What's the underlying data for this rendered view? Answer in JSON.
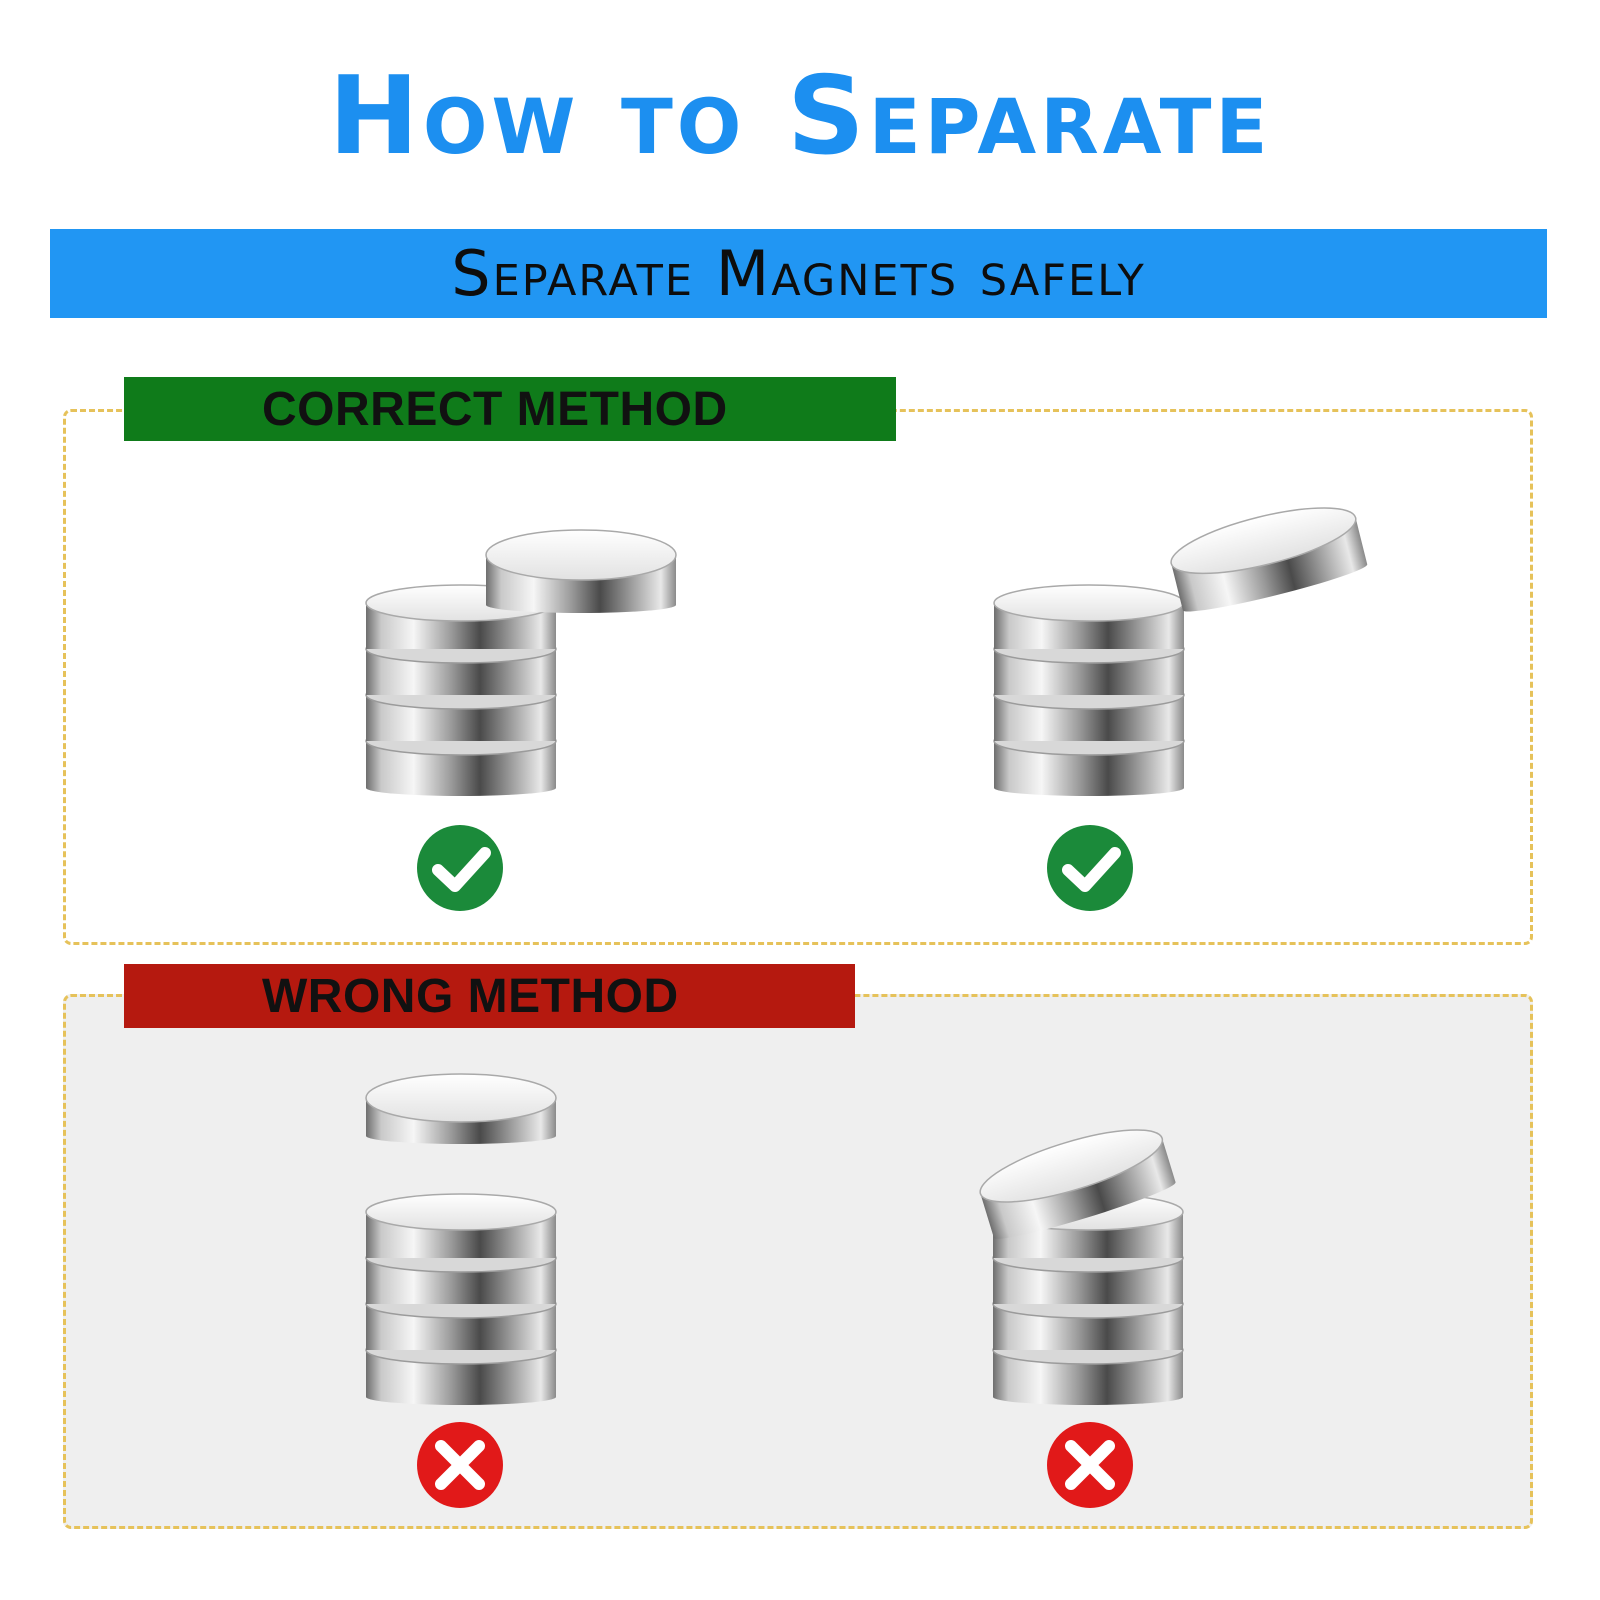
{
  "title": "How to Separate",
  "subtitle": "Separate Magnets safely",
  "sections": [
    {
      "label": "CORRECT METHOD",
      "color": "#0f7b1a",
      "examples": [
        {
          "status": "correct",
          "icon": "check-circle-icon",
          "action": "top magnet slid sideways off stack"
        },
        {
          "status": "correct",
          "icon": "check-circle-icon",
          "action": "top magnet tilted and slid sideways off stack"
        }
      ]
    },
    {
      "label": "WRONG METHOD",
      "color": "#b5190f",
      "examples": [
        {
          "status": "wrong",
          "icon": "cross-circle-icon",
          "action": "top magnet pulled straight up"
        },
        {
          "status": "wrong",
          "icon": "cross-circle-icon",
          "action": "top magnet pried up at an angle"
        }
      ]
    }
  ],
  "colors": {
    "title_blue": "#1c8ff0",
    "banner_blue": "#2196f3",
    "panel_border": "#e6c25a",
    "check_green": "#1b8a3a",
    "cross_red": "#e11919"
  }
}
